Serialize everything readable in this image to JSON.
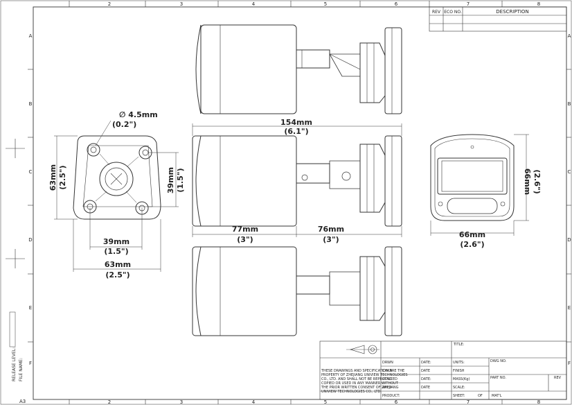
{
  "frame": {
    "columns": [
      "2",
      "3",
      "4",
      "5",
      "6",
      "7",
      "8"
    ],
    "rows": [
      "A",
      "B",
      "C",
      "D",
      "E",
      "F"
    ],
    "sheet_size": "A3"
  },
  "revision_table": {
    "headers": [
      "REV",
      "ECO NO.",
      "DESCRIPTION"
    ]
  },
  "side_text": {
    "release_level": "RELEASE LEVEL:",
    "file_name": "FILE NAME:"
  },
  "dimensions": {
    "hole_diameter": "∅ 4.5mm",
    "hole_diameter_in": "(0.2\")",
    "overall_length": "154mm",
    "overall_length_in": "(6.1\")",
    "base_height": "63mm",
    "base_height_in": "(2.5\")",
    "hole_spacing_v": "39mm",
    "hole_spacing_v_in": "(1.5\")",
    "hole_spacing_h": "39mm",
    "hole_spacing_h_in": "(1.5\")",
    "base_width": "63mm",
    "base_width_in": "(2.5\")",
    "housing_length": "77mm",
    "housing_length_in": "(3\")",
    "bracket_length": "76mm",
    "bracket_length_in": "(3\")",
    "front_width": "66mm",
    "front_width_in": "(2.6\")",
    "front_height": "66mm",
    "front_height_in": "(2.6\")"
  },
  "title_block": {
    "title_label": "TITLE:",
    "notice": [
      "THESE DRAWINGS AND SPECIFICATION ARE THE",
      "PROPERTY OF ZHEJIANG UNIVIEW TECHNOLOGIES",
      "CO., LTD. AND SHALL NOT BE REPRODUCED",
      "COPIED OR USED IN ANY MANNER WITHOUT",
      "THE PRIOR WRITTEN CONSENT OF ZHEJIANG",
      "UNIVIEW TECHNOLOGIES CO., LTD."
    ],
    "rows": [
      {
        "label": "DRWN",
        "date": "DATE:",
        "spec": "UNITS:"
      },
      {
        "label": "CHKD",
        "date": "DATE",
        "spec": "FINISH"
      },
      {
        "label": "STND",
        "date": "DATE:",
        "spec": "MASS(Kg)"
      },
      {
        "label": "APPD",
        "date": "DATE",
        "spec": "SCALE:"
      },
      {
        "label": "PRODUCT:",
        "date": "",
        "spec": "SHEET:"
      }
    ],
    "dwg_no_label": "DWG NO.",
    "part_no_label": "PART NO.",
    "rev_label": "REV",
    "sheet_of": "OF",
    "mat_label": "MAT'L"
  }
}
